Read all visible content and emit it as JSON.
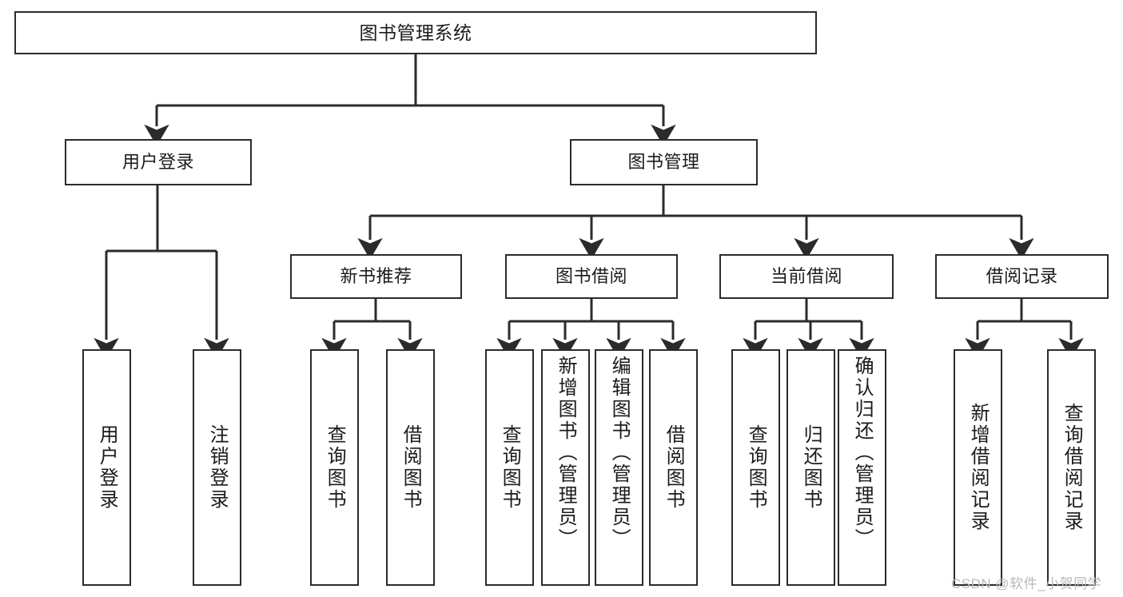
{
  "diagram": {
    "title": "图书管理系统",
    "type": "tree-hierarchy-chart",
    "accent_color": "#2b2b2b",
    "background_color": "#ffffff",
    "nodes": {
      "root": {
        "label": "图书管理系统"
      },
      "level2": [
        {
          "label": "用户登录"
        },
        {
          "label": "图书管理"
        }
      ],
      "level3": [
        {
          "label": "新书推荐"
        },
        {
          "label": "图书借阅"
        },
        {
          "label": "当前借阅"
        },
        {
          "label": "借阅记录"
        }
      ],
      "leaves": {
        "user_login": [
          {
            "label": "用户登录"
          },
          {
            "label": "注销登录"
          }
        ],
        "new_book_recommend": [
          {
            "label": "查询图书"
          },
          {
            "label": "借阅图书"
          }
        ],
        "book_borrow": [
          {
            "label": "查询图书"
          },
          {
            "label": "新增图书（管理员）"
          },
          {
            "label": "编辑图书（管理员）"
          },
          {
            "label": "借阅图书"
          }
        ],
        "current_borrow": [
          {
            "label": "查询图书"
          },
          {
            "label": "归还图书"
          },
          {
            "label": "确认归还（管理员）"
          }
        ],
        "borrow_record": [
          {
            "label": "新增借阅记录"
          },
          {
            "label": "查询借阅记录"
          }
        ]
      }
    },
    "watermark": "CSDN @软件_小贺同学"
  }
}
